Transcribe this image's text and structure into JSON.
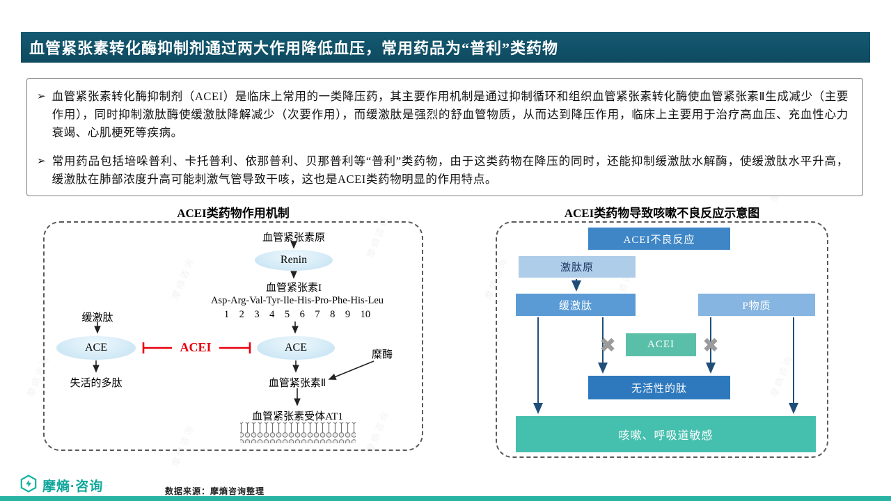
{
  "header": {
    "title": "血管紧张素转化酶抑制剂通过两大作用降低血压，常用药品为“普利”类药物"
  },
  "bullets": {
    "marker": "➢",
    "b1": "血管紧张素转化酶抑制剂（ACEI）是临床上常用的一类降压药，其主要作用机制是通过抑制循环和组织血管紧张素转化酶使血管紧张素Ⅱ生成减少（主要作用），同时抑制激肽酶使缓激肽降解减少（次要作用），而缓激肽是强烈的舒血管物质，从而达到降压作用，临床上主要用于治疗高血压、充血性心力衰竭、心肌梗死等疾病。",
    "b2": "常用药品包括培哚普利、卡托普利、依那普利、贝那普利等“普利”类药物，由于这类药物在降压的同时，还能抑制缓激肽水解酶，使缓激肽水平升高，缓激肽在肺部浓度升高可能刺激气管导致干咳，这也是ACEI类药物明显的作用特点。"
  },
  "left_diagram": {
    "title": "ACEI类药物作用机制",
    "angiotensinogen": "血管紧张素原",
    "renin": "Renin",
    "ang1": "血管紧张素I",
    "peptide": "Asp-Arg-Val-Tyr-Ile-His-Pro-Phe-His-Leu",
    "numbers": "1    2    3    4    5    6    7    8    9    10",
    "bradykinin": "缓激肽",
    "ace_left": "ACE",
    "ace_right": "ACE",
    "acei": "ACEI",
    "chymase": "糜酶",
    "inactive": "失活的多肽",
    "ang2": "血管紧张素Ⅱ",
    "receptor": "血管紧张素受体AT1"
  },
  "right_diagram": {
    "title": "ACEI类药物导致咳嗽不良反应示意图",
    "adverse": "ACEI不良反应",
    "kininogen": "激肽原",
    "bradykinin": "缓激肽",
    "substance_p": "P物质",
    "acei": "ACEI",
    "inactive_peptide": "无活性的肽",
    "cough": "咳嗽、呼吸道敏感",
    "block_icon": "✖"
  },
  "footer": {
    "logo": "摩熵·咨询",
    "source": "数据来源：摩熵咨询整理"
  },
  "colors": {
    "header": "#0e4a60",
    "accent_teal": "#29b3a2",
    "box_blue": "#3e86c6",
    "box_light_blue": "#aecde9",
    "box_mid_blue": "#5b9bd5",
    "box_green": "#5abfa8",
    "inhibit_red": "#e8000d"
  },
  "watermark": "摩熵咨询"
}
